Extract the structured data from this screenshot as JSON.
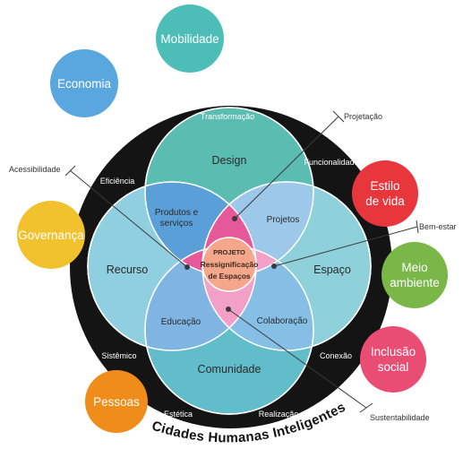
{
  "colors": {
    "ring": "#141414",
    "circle_design": "#5bbcb2",
    "circle_recurso": "#8fcfe0",
    "circle_espaco": "#8fd1da",
    "circle_comunidade": "#62bdcb",
    "lens_products": "#5b9fd8",
    "lens_projetos": "#9dc8ea",
    "lens_educacao": "#7fb4e3",
    "lens_colaboracao": "#86bfe6",
    "pink": "#e5589a",
    "pink_light": "#f2a0c8",
    "center": "#f5a78b"
  },
  "title": "Cidades Humanas Inteligentes",
  "center": {
    "line1": "PROJETO",
    "line2": "Ressignificação",
    "line3": "de Espaços"
  },
  "circles": {
    "design": "Design",
    "recurso": "Recurso",
    "espaco": "Espaço",
    "comunidade": "Comunidade"
  },
  "intersections": {
    "produtos_line1": "Produtos e",
    "produtos_line2": "serviços",
    "projetos": "Projetos",
    "educacao": "Educação",
    "colaboracao": "Colaboração"
  },
  "ring_words": {
    "transformacao": "Transformação",
    "funcionalidade": "Funcionalidade",
    "eficiencia": "Eficiência",
    "sistemico": "Sistêmico",
    "conexao": "Conexão",
    "estetica": "Estética",
    "realizacao": "Realização"
  },
  "callouts": {
    "projetacao": "Projetação",
    "acessibilidade": "Acessibilidade",
    "bem_estar": "Bem-estar",
    "sustentabilidade": "Sustentabilidade"
  },
  "bubbles": [
    {
      "id": "mobilidade",
      "line1": "Mobilidade",
      "line2": "",
      "color": "#4dbdb7"
    },
    {
      "id": "economia",
      "line1": "Economia",
      "line2": "",
      "color": "#5aa6de"
    },
    {
      "id": "governanca",
      "line1": "Governança",
      "line2": "",
      "color": "#f2c12e"
    },
    {
      "id": "pessoas",
      "line1": "Pessoas",
      "line2": "",
      "color": "#f08c1a"
    },
    {
      "id": "estilo",
      "line1": "Estilo",
      "line2": "de vida",
      "color": "#e8363d"
    },
    {
      "id": "meio",
      "line1": "Meio",
      "line2": "ambiente",
      "color": "#7ab648"
    },
    {
      "id": "inclusao",
      "line1": "Inclusão",
      "line2": "social",
      "color": "#e94d74"
    }
  ]
}
